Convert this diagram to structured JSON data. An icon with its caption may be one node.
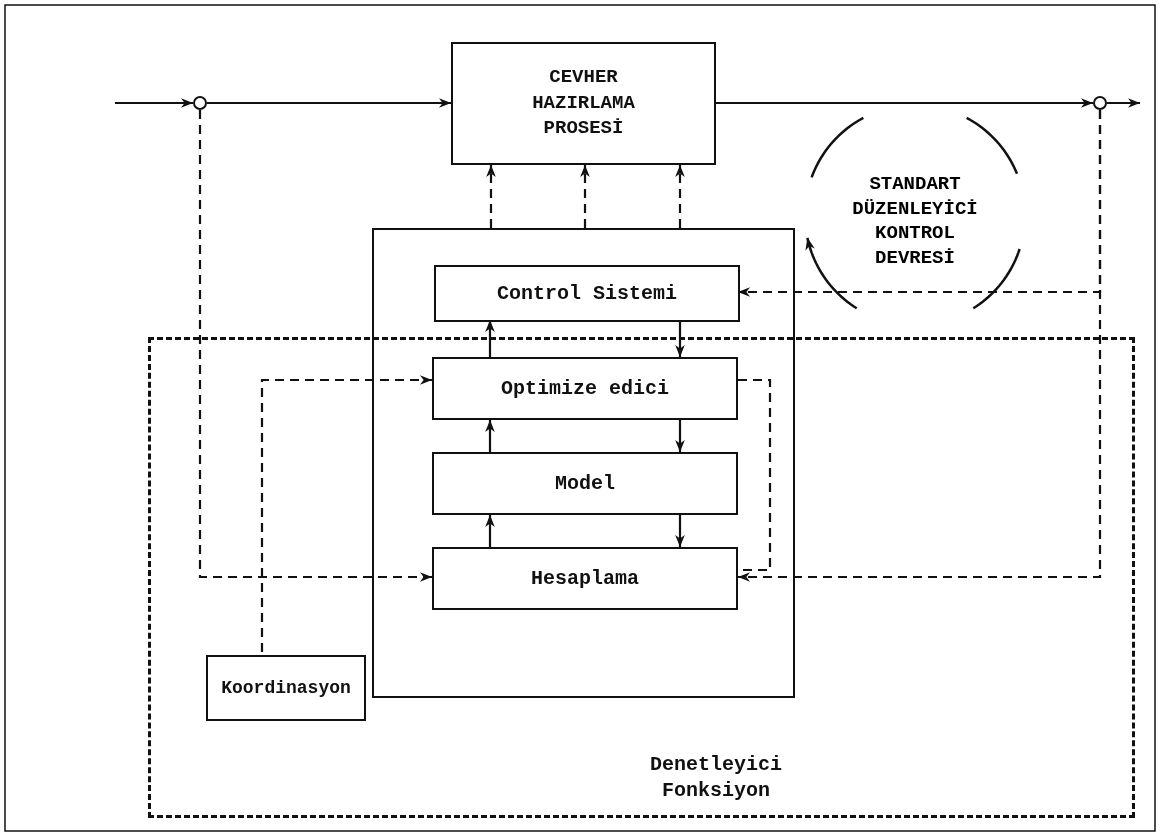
{
  "diagram": {
    "nodes": [
      {
        "text": [
          "CEVHER HAZIRLAMA PROSESİ"
        ]
      },
      {
        "text": [],
        "shape": "circle"
      },
      {
        "text": [],
        "shape": "circle"
      },
      {
        "text": [],
        "shape": "box"
      },
      {
        "text": [
          "Control Sistemi"
        ],
        "in": 3
      },
      {
        "text": [
          "Optimize edici"
        ]
      },
      {
        "text": [
          "Model"
        ]
      },
      {
        "text": [
          "Hesaplama"
        ]
      },
      {
        "text": [
          "Denetleyici Fonksiyon"
        ]
      },
      {
        "text": [
          "Koordinasyon"
        ],
        "in": 8
      }
    ],
    "edges": [
      {
        "from": null,
        "to": 1,
        "arrow": "to"
      },
      {
        "from": 1,
        "to": 0,
        "arrow": "to"
      },
      {
        "from": 0,
        "to": 2,
        "arrow": "to"
      },
      {
        "from": 2,
        "to": null,
        "arrow": "to"
      },
      {
        "from": 3,
        "to": 0,
        "arrow": "to",
        "style": "dashed"
      },
      {
        "from": 3,
        "to": 0,
        "arrow": "to",
        "style": "dashed"
      },
      {
        "from": 3,
        "to": 0,
        "arrow": "to",
        "style": "dashed"
      },
      {
        "from": 1,
        "to": 7,
        "arrow": "to",
        "style": "dashed"
      },
      {
        "from": 2,
        "to": 4,
        "arrow": "to",
        "style": "dashed"
      },
      {
        "from": 2,
        "to": 7,
        "arrow": "to",
        "style": "dashed"
      },
      {
        "from": 4,
        "to": 5,
        "arrow": "to"
      },
      {
        "from": 5,
        "to": 4,
        "arrow": "to"
      },
      {
        "from": 5,
        "to": 6,
        "arrow": "to"
      },
      {
        "from": 6,
        "to": 5,
        "arrow": "to"
      },
      {
        "from": 6,
        "to": 7,
        "arrow": "to"
      },
      {
        "from": 7,
        "to": 6,
        "arrow": "to"
      },
      {
        "from": 9,
        "to": 5,
        "arrow": "to",
        "style": "dashed"
      },
      {
        "from": 5,
        "to": 7,
        "arrow": "none",
        "style": "dashed"
      }
    ],
    "labels": [
      "STANDART DÜZENLEYİCİ KONTROL DEVRESİ"
    ]
  }
}
